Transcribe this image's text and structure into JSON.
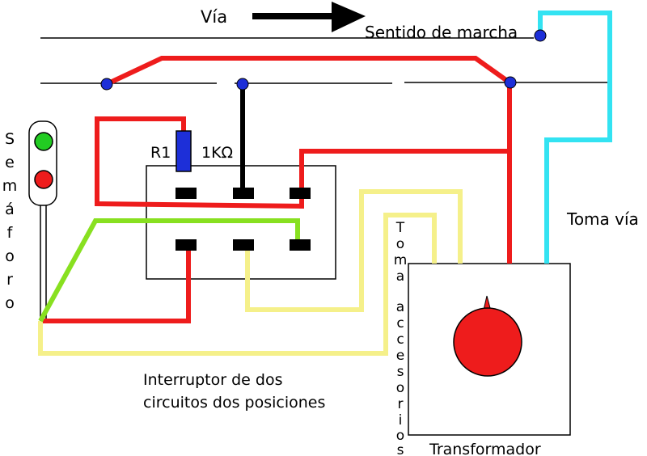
{
  "labels": {
    "via": "Vía",
    "sentido": "Sentido de marcha",
    "resistor_name": "R1",
    "resistor_value": "1KΩ",
    "toma_via": "Toma vía",
    "interruptor_line1": "Interruptor de dos",
    "interruptor_line2": "circuitos dos posiciones",
    "transformador": "Transformador"
  },
  "vertical_labels": {
    "semaforo": [
      "S",
      "e",
      "m",
      "á",
      "f",
      "o",
      "r",
      "o"
    ],
    "toma_accesorios": [
      "T",
      "o",
      "m",
      "a",
      "a",
      "c",
      "c",
      "e",
      "s",
      "o",
      "r",
      "i",
      "o",
      "s"
    ]
  },
  "colors": {
    "red": "#ee1c1c",
    "yellow": "#f5f08a",
    "green": "#88e020",
    "cyan": "#33e3f2",
    "blue": "#1d2fd8",
    "black": "#000000",
    "lamp_green": "#22cc22",
    "lamp_red": "#ee1c1c"
  }
}
